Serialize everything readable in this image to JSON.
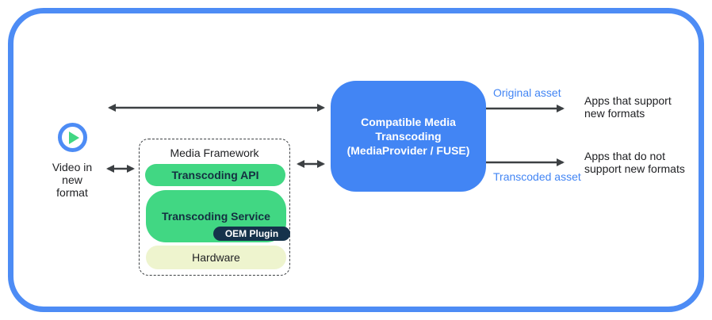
{
  "colors": {
    "frame_blue": "#4d8cf5",
    "box_blue": "#4285f4",
    "android_green": "#41d783",
    "oem_navy": "#15324b",
    "hardware_cream": "#eef4ce",
    "arrow_gray": "#3c4043",
    "text_dark": "#202124",
    "asset_label_blue": "#4285f4"
  },
  "source": {
    "icon": "play-icon",
    "label": "Video in\nnew\nformat"
  },
  "framework": {
    "title": "Media Framework",
    "layers": {
      "api": "Transcoding API",
      "service": "Transcoding Service",
      "oem": "OEM Plugin",
      "hardware": "Hardware"
    }
  },
  "transcoding_box": {
    "label": "Compatible Media\nTranscoding\n(MediaProvider / FUSE)"
  },
  "outputs": {
    "original": {
      "arrow_label": "Original asset",
      "target": "Apps that support\nnew formats"
    },
    "transcoded": {
      "arrow_label": "Transcoded asset",
      "target": "Apps that do not\nsupport new formats"
    }
  }
}
